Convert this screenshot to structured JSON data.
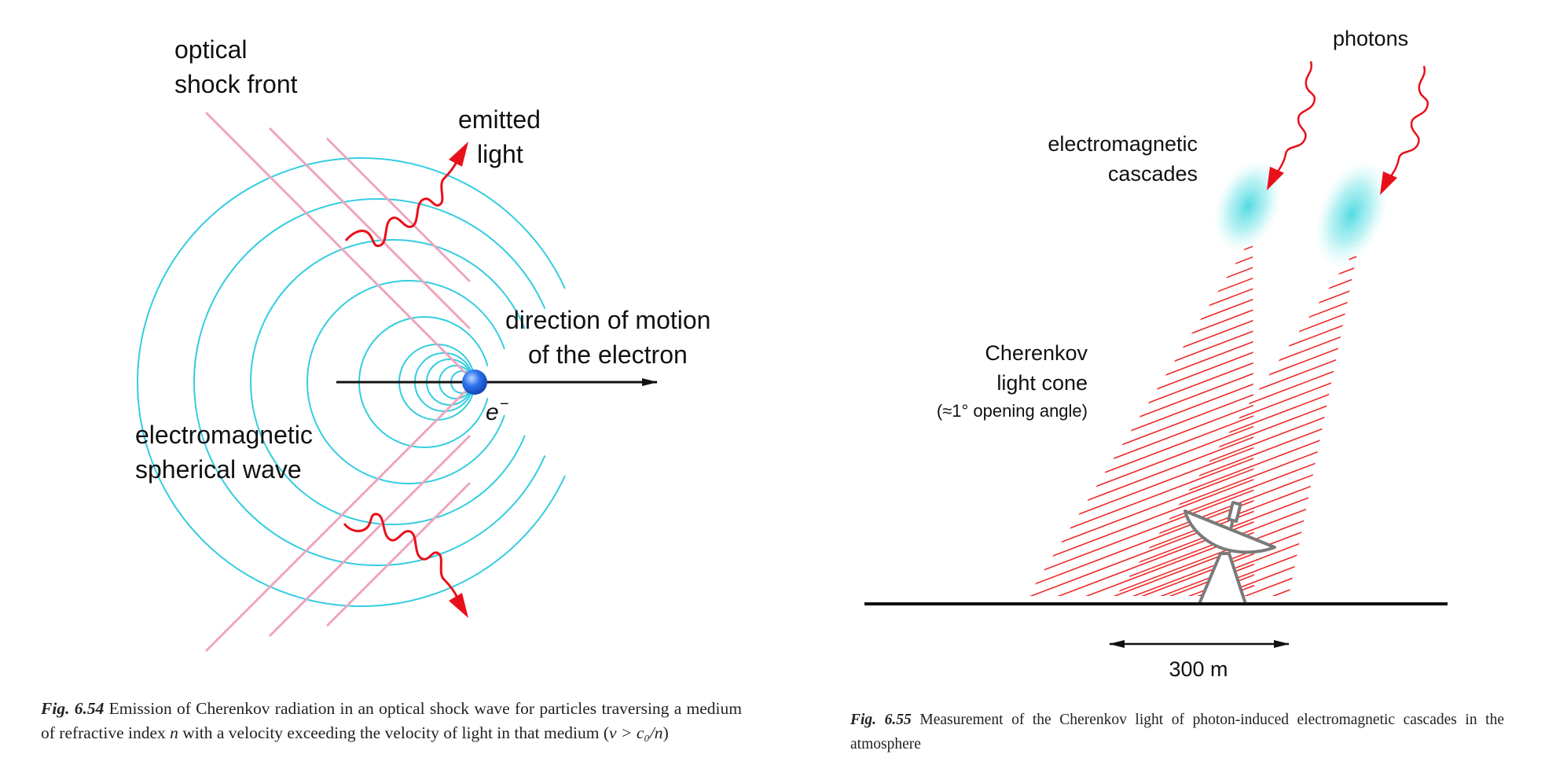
{
  "figure_left": {
    "labels": {
      "optical_shock_front_1": "optical",
      "optical_shock_front_2": "shock front",
      "emitted_light_1": "emitted",
      "emitted_light_2": "light",
      "direction_1": "direction of motion",
      "direction_2": "of the electron",
      "electron_symbol": "e",
      "electron_charge": "−",
      "em_wave_1": "electromagnetic",
      "em_wave_2": "spherical wave"
    },
    "caption": {
      "fig_number": "Fig. 6.54",
      "text": "Emission of Cherenkov radiation in an optical shock wave for particles traversing a medium of refractive index",
      "n": "n",
      "text2": "with a velocity exceeding the velocity of light in that medium (",
      "condition": "v > c₀/n",
      "close": ")"
    },
    "colors": {
      "shock_front": "#eea6be",
      "wave": "#34cde0",
      "photon": "#e8101a",
      "electron": "#1b63e0"
    }
  },
  "figure_right": {
    "labels": {
      "photons": "photons",
      "cascades_1": "electromagnetic",
      "cascades_2": "cascades",
      "cone_1": "Cherenkov",
      "cone_2": "light cone",
      "cone_3": "(≈1° opening angle)",
      "distance": "300 m"
    },
    "caption": {
      "fig_number": "Fig. 6.55",
      "text": "Measurement of the Cherenkov light of photon-induced electromagnetic cascades in the atmosphere"
    },
    "colors": {
      "cone": "#ee2a2a",
      "cascade": "#4fd9e0",
      "telescope": "#7a7a7a"
    }
  }
}
